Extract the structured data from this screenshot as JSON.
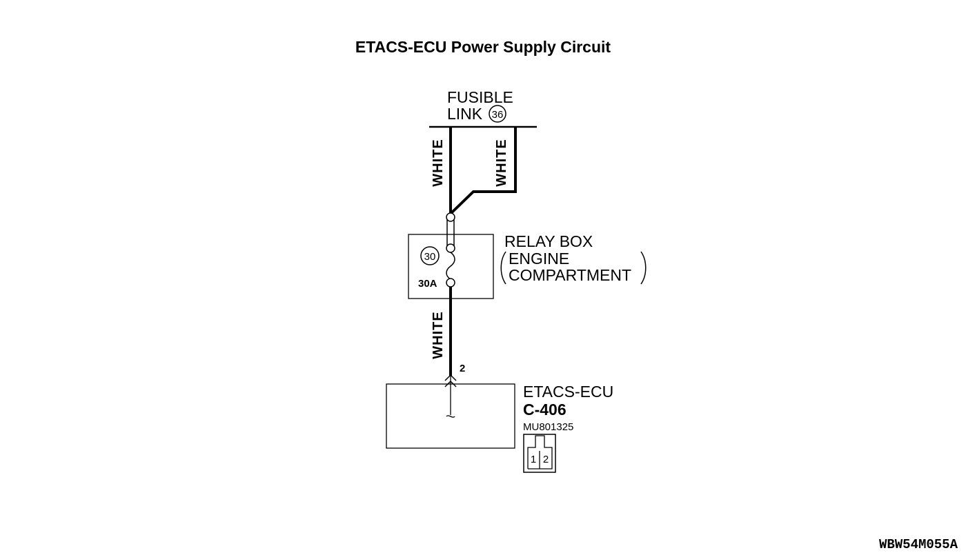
{
  "title": "ETACS-ECU Power Supply Circuit",
  "fusible_link": {
    "line1": "FUSIBLE",
    "line2": "LINK",
    "number": "36"
  },
  "wires": {
    "left_upper": "WHITE",
    "right_upper": "WHITE",
    "lower": "WHITE"
  },
  "relay_box": {
    "line1": "RELAY BOX",
    "line2": "ENGINE",
    "line3": "COMPARTMENT",
    "fuse_number": "30",
    "fuse_rating": "30A"
  },
  "etacs_ecu": {
    "name": "ETACS-ECU",
    "connector": "C-406",
    "part_number": "MU801325",
    "pin_number": "2",
    "connector_pins": [
      "1",
      "2"
    ]
  },
  "figure_id": "WBW54M055A"
}
